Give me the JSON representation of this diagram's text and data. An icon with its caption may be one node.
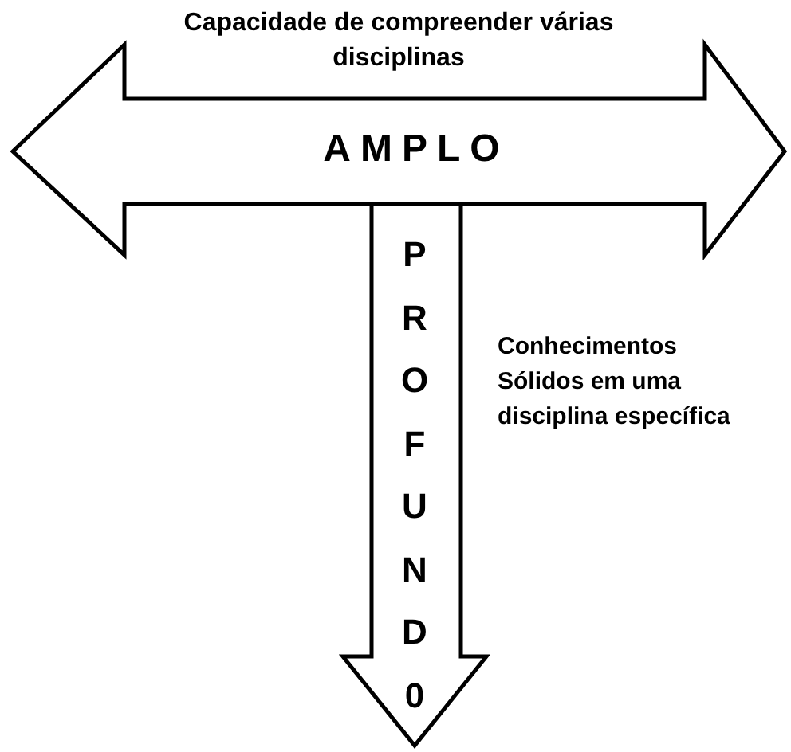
{
  "diagram": {
    "nodes": [
      {
        "text": [
          "AMPLO"
        ],
        "beside": [
          "Capacidade de compreender várias disciplinas"
        ]
      },
      {
        "text": [
          "PROFUND0"
        ],
        "beside": [
          "Conhecimentos Sólidos em uma disciplina específica"
        ]
      }
    ]
  }
}
